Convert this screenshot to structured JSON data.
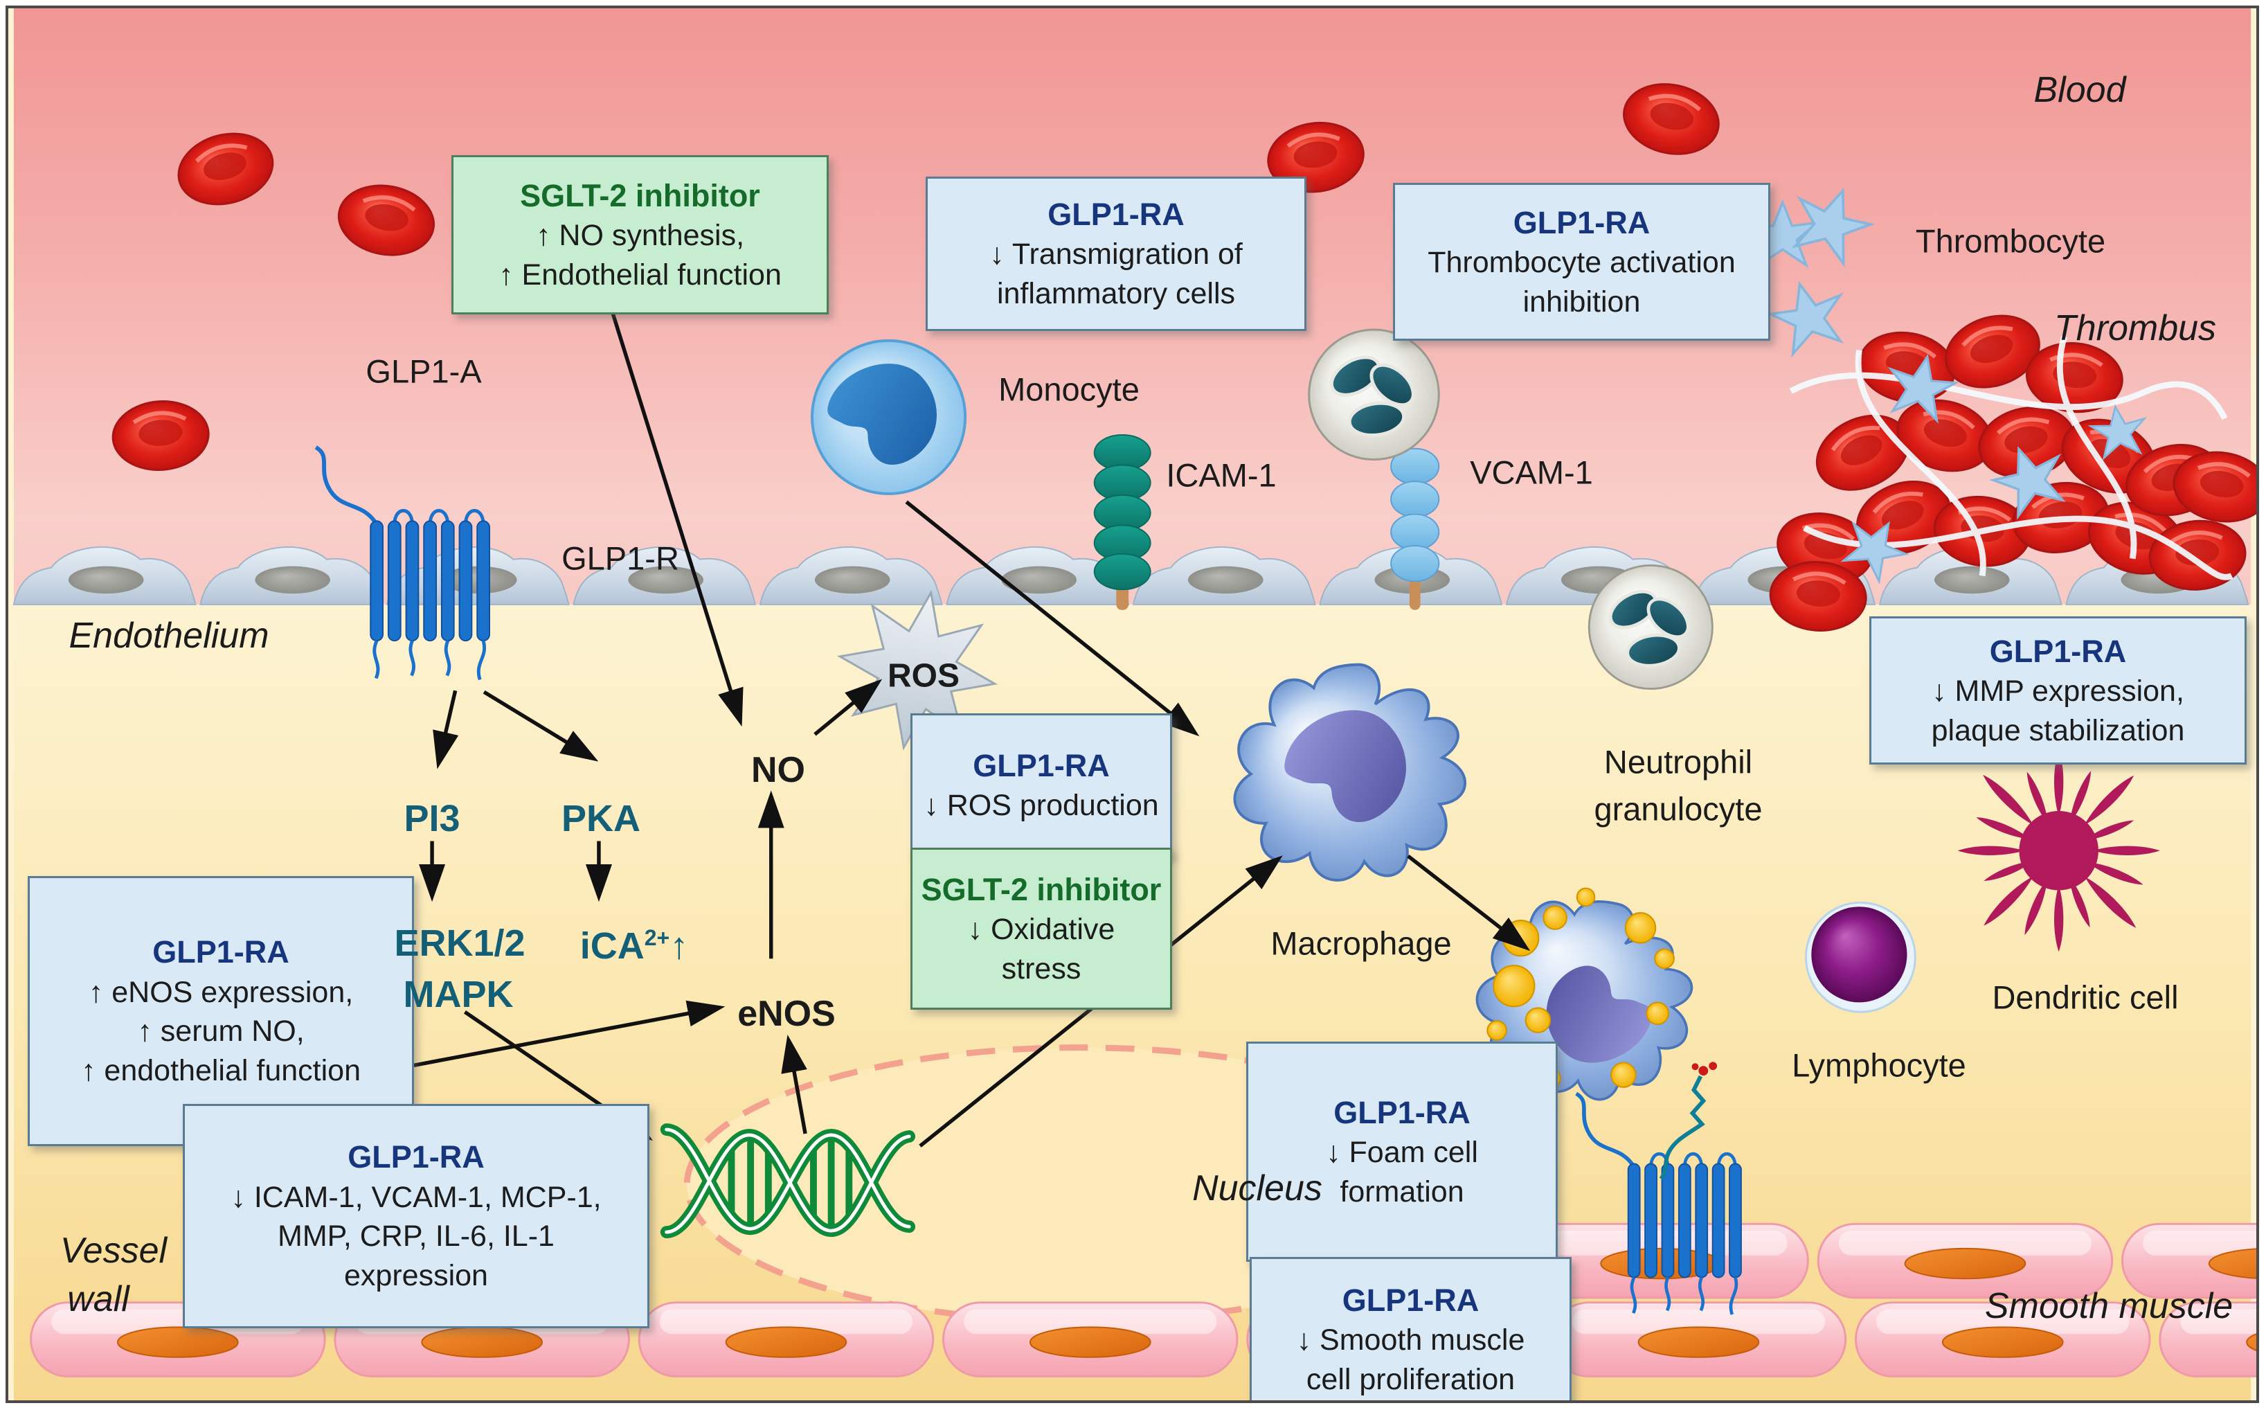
{
  "region_labels": {
    "blood": "Blood",
    "thrombus": "Thrombus",
    "endothelium": "Endothelium",
    "vessel_wall_1": "Vessel",
    "vessel_wall_2": "wall",
    "smooth_muscle": "Smooth muscle",
    "nucleus": "Nucleus"
  },
  "cell_labels": {
    "thrombocyte": "Thrombocyte",
    "monocyte": "Monocyte",
    "icam1": "ICAM-1",
    "vcam1": "VCAM-1",
    "neutrophil_line1": "Neutrophil",
    "neutrophil_line2": "granulocyte",
    "macrophage": "Macrophage",
    "lymphocyte": "Lymphocyte",
    "dendritic": "Dendritic cell"
  },
  "signaling": {
    "glp1a": "GLP1-A",
    "glp1r": "GLP1-R",
    "pi3": "PI3",
    "pka": "PKA",
    "no": "NO",
    "ros": "ROS",
    "enos": "eNOS",
    "erk": "ERK1/2",
    "mapk": "MAPK",
    "ica_base": "iCA",
    "ica_sup": "2+",
    "ica_up": "↑"
  },
  "boxes": {
    "sglt2_no": {
      "title": "SGLT-2 inhibitor",
      "lines": [
        "↑ NO synthesis,",
        "↑ Endothelial function"
      ]
    },
    "transmigration": {
      "title": "GLP1-RA",
      "lines": [
        "↓ Transmigration of",
        "inflammatory cells"
      ]
    },
    "thrombo_inhibition": {
      "title": "GLP1-RA",
      "lines": [
        "Thrombocyte activation",
        "inhibition"
      ]
    },
    "mmp": {
      "title": "GLP1-RA",
      "lines": [
        "↓ MMP expression,",
        "plaque stabilization"
      ]
    },
    "ros_production": {
      "title": "GLP1-RA",
      "lines": [
        "↓ ROS production"
      ]
    },
    "oxidative": {
      "title": "SGLT-2 inhibitor",
      "lines": [
        "↓ Oxidative",
        "stress"
      ]
    },
    "enos_up": {
      "title": "GLP1-RA",
      "lines": [
        "↑ eNOS expression,",
        "↑ serum NO,",
        "↑ endothelial function"
      ]
    },
    "icam_expression": {
      "title": "GLP1-RA",
      "lines": [
        "↓ ICAM-1, VCAM-1, MCP-1,",
        "MMP, CRP, IL-6, IL-1",
        "expression"
      ]
    },
    "foam": {
      "title": "GLP1-RA",
      "lines": [
        "↓ Foam cell",
        "formation"
      ]
    },
    "smooth": {
      "title": "GLP1-RA",
      "lines": [
        "↓ Smooth muscle",
        "cell proliferation"
      ]
    }
  },
  "colors": {
    "glp1_title": "#16357d",
    "sglt2_title": "#156b2a",
    "pathway_text": "#145f78",
    "box_blue_bg": "#d9e9f6",
    "box_green_bg": "#c7edd1",
    "blood_pink": "#f09694",
    "wall_yellow": "#fbe8b2",
    "rbc_red": "#dd1d16",
    "dna_green": "#0f8a38"
  }
}
